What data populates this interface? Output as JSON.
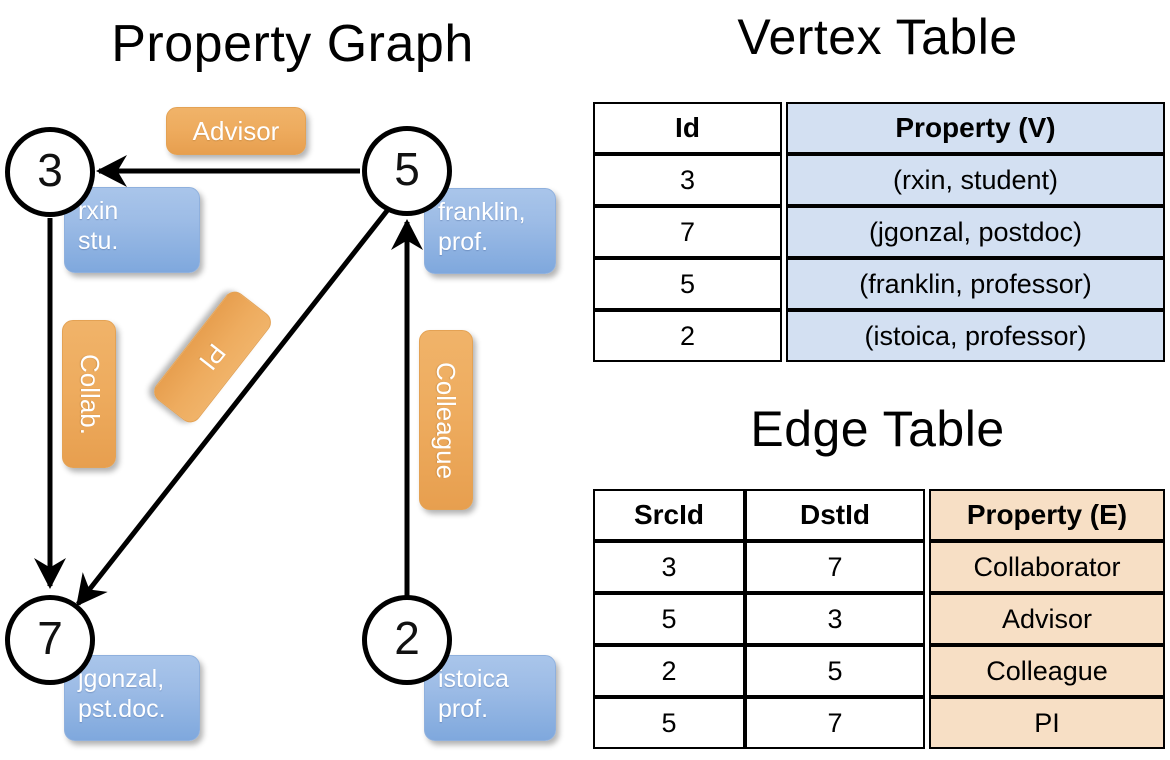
{
  "titles": {
    "property_graph": "Property Graph",
    "vertex_table": "Vertex Table",
    "edge_table": "Edge Table"
  },
  "graph": {
    "nodes": [
      {
        "id": "3",
        "property_label": "rxin\nstu.",
        "line1": "rxin",
        "line2": "stu."
      },
      {
        "id": "5",
        "property_label": "franklin,\nprof.",
        "line1": "franklin,",
        "line2": "prof."
      },
      {
        "id": "7",
        "property_label": "jgonzal,\npst.doc.",
        "line1": "jgonzal,",
        "line2": "pst.doc."
      },
      {
        "id": "2",
        "property_label": "istoica\nprof.",
        "line1": "istoica",
        "line2": "prof."
      }
    ],
    "edge_labels": [
      {
        "name": "advisor",
        "text": "Advisor"
      },
      {
        "name": "collab",
        "text": "Collab."
      },
      {
        "name": "pi",
        "text": "PI"
      },
      {
        "name": "colleague",
        "text": "Colleague"
      }
    ],
    "edges": [
      {
        "from": "5",
        "to": "3",
        "label": "Advisor"
      },
      {
        "from": "3",
        "to": "7",
        "label": "Collab."
      },
      {
        "from": "5",
        "to": "7",
        "label": "PI"
      },
      {
        "from": "2",
        "to": "5",
        "label": "Colleague"
      }
    ]
  },
  "vertex_table": {
    "headers": [
      "Id",
      "Property (V)"
    ],
    "rows": [
      {
        "id": "3",
        "property": "(rxin, student)"
      },
      {
        "id": "7",
        "property": "(jgonzal, postdoc)"
      },
      {
        "id": "5",
        "property": "(franklin, professor)"
      },
      {
        "id": "2",
        "property": "(istoica, professor)"
      }
    ]
  },
  "edge_table": {
    "headers": [
      "SrcId",
      "DstId",
      "Property (E)"
    ],
    "rows": [
      {
        "src": "3",
        "dst": "7",
        "property": "Collaborator"
      },
      {
        "src": "5",
        "dst": "3",
        "property": "Advisor"
      },
      {
        "src": "2",
        "dst": "5",
        "property": "Colleague"
      },
      {
        "src": "5",
        "dst": "7",
        "property": "PI"
      }
    ]
  },
  "colors": {
    "vertex_box": "#9dbce6",
    "edge_box": "#eeac5f",
    "vertex_table_fill": "#d3e0f2",
    "edge_table_fill": "#f7dfc5",
    "stroke": "#000000",
    "background": "#ffffff"
  }
}
